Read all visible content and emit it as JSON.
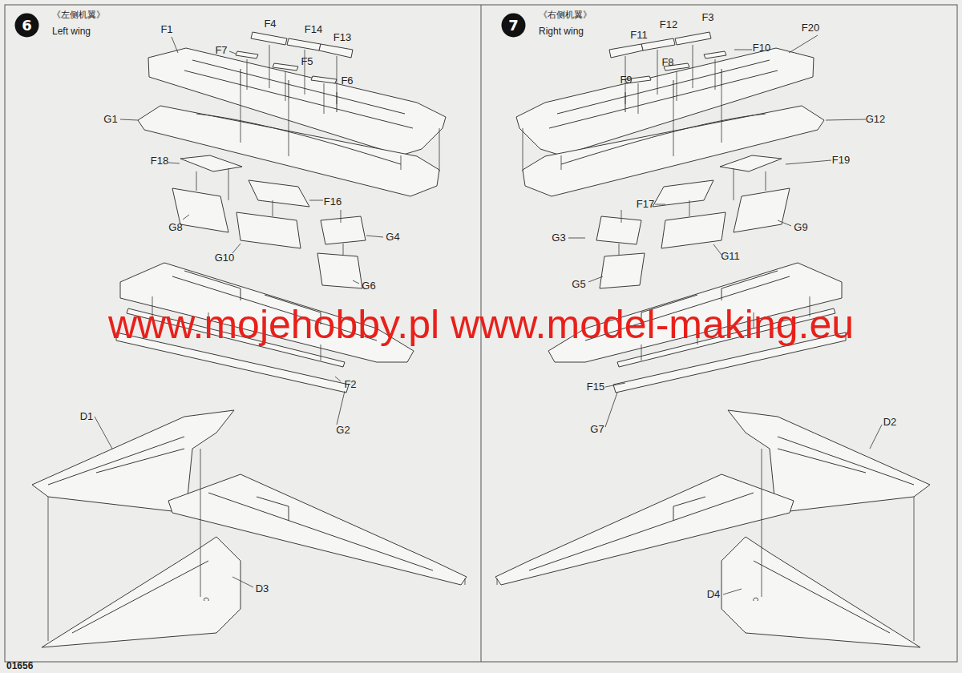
{
  "diagram": {
    "nodes": [
      {
        "text": [
          "6"
        ]
      },
      {
        "text": [
          "7"
        ]
      }
    ],
    "labels": [
      "《左侧机翼》",
      "Left wing",
      "《右侧机翼》",
      "Right wing",
      "F1",
      "F7",
      "F4",
      "F14",
      "F13",
      "F5",
      "F6",
      "G1",
      "F18",
      "F16",
      "G8",
      "G10",
      "G4",
      "G6",
      "F2",
      "G2",
      "D1",
      "D3",
      "F11",
      "F12",
      "F3",
      "F10",
      "F20",
      "F8",
      "F9",
      "G12",
      "F19",
      "F17",
      "G3",
      "G9",
      "G11",
      "G5",
      "F15",
      "G7",
      "D2",
      "D4",
      "www.mojehobby.pl www.model-making.eu",
      "01656"
    ]
  }
}
